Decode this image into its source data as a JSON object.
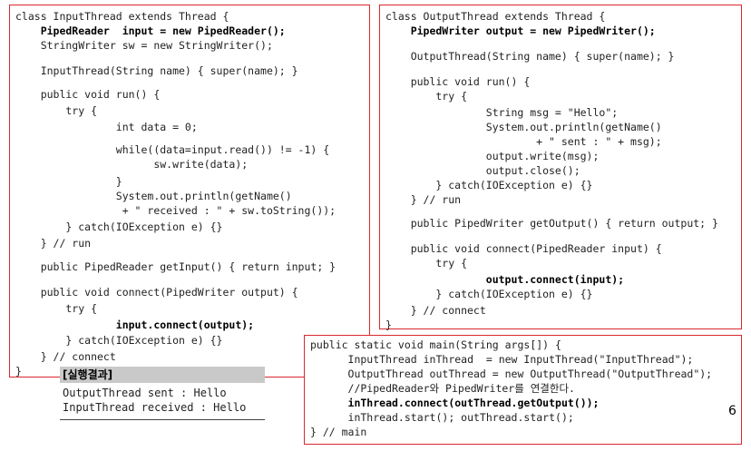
{
  "input_thread": {
    "lines": [
      {
        "text": "class InputThread extends Thread {",
        "bold": false
      },
      {
        "text": "    PipedReader  input = new PipedReader();",
        "bold": true
      },
      {
        "text": "    StringWriter sw = new StringWriter();",
        "bold": false
      },
      {
        "text": "    InputThread(String name) { super(name); }",
        "bold": false
      },
      {
        "text": "    public void run() {",
        "bold": false
      },
      {
        "text": "        try {",
        "bold": false
      },
      {
        "text": "                int data = 0;",
        "bold": false
      },
      {
        "text": "                while((data=input.read()) != -1) {",
        "bold": false
      },
      {
        "text": "                      sw.write(data);",
        "bold": false
      },
      {
        "text": "                }",
        "bold": false
      },
      {
        "text": "                System.out.println(getName()",
        "bold": false
      },
      {
        "text": "                 + \" received : \" + sw.toString());",
        "bold": false
      },
      {
        "text": "        } catch(IOException e) {}",
        "bold": false
      },
      {
        "text": "    } // run",
        "bold": false
      },
      {
        "text": "    public PipedReader getInput() { return input; }",
        "bold": false
      },
      {
        "text": "    public void connect(PipedWriter output) {",
        "bold": false
      },
      {
        "text": "        try {",
        "bold": false
      },
      {
        "text": "                input.connect(output);",
        "bold": true
      },
      {
        "text": "        } catch(IOException e) {}",
        "bold": false
      },
      {
        "text": "    } // connect",
        "bold": false
      },
      {
        "text": "}",
        "bold": false
      }
    ]
  },
  "output_thread": {
    "lines": [
      {
        "text": "class OutputThread extends Thread {",
        "bold": false
      },
      {
        "text": "    PipedWriter output = new PipedWriter();",
        "bold": true
      },
      {
        "text": "    OutputThread(String name) { super(name); }",
        "bold": false
      },
      {
        "text": "    public void run() {",
        "bold": false
      },
      {
        "text": "        try {",
        "bold": false
      },
      {
        "text": "                String msg = \"Hello\";",
        "bold": false
      },
      {
        "text": "                System.out.println(getName()",
        "bold": false
      },
      {
        "text": "                        + \" sent : \" + msg);",
        "bold": false
      },
      {
        "text": "                output.write(msg);",
        "bold": false
      },
      {
        "text": "                output.close();",
        "bold": false
      },
      {
        "text": "        } catch(IOException e) {}",
        "bold": false
      },
      {
        "text": "    } // run",
        "bold": false
      },
      {
        "text": "    public PipedWriter getOutput() { return output; }",
        "bold": false
      },
      {
        "text": "    public void connect(PipedReader input) {",
        "bold": false
      },
      {
        "text": "        try {",
        "bold": false
      },
      {
        "text": "                output.connect(input);",
        "bold": true
      },
      {
        "text": "        } catch(IOException e) {}",
        "bold": false
      },
      {
        "text": "    } // connect",
        "bold": false
      },
      {
        "text": "}",
        "bold": false
      }
    ]
  },
  "main_method": {
    "lines": [
      {
        "text": "public static void main(String args[]) {",
        "bold": false
      },
      {
        "text": "      InputThread inThread  = new InputThread(\"InputThread\");",
        "bold": false
      },
      {
        "text": "      OutputThread outThread = new OutputThread(\"OutputThread\");",
        "bold": false
      },
      {
        "text": "      //PipedReader와 PipedWriter를 연결한다.",
        "bold": false
      },
      {
        "text": "      inThread.connect(outThread.getOutput());",
        "bold": true
      },
      {
        "text": "      inThread.start(); outThread.start();",
        "bold": false
      },
      {
        "text": "} // main",
        "bold": false
      }
    ]
  },
  "result": {
    "header": "[실행결과]",
    "lines": [
      "OutputThread sent : Hello",
      "InputThread received : Hello"
    ]
  },
  "page_number": "6"
}
